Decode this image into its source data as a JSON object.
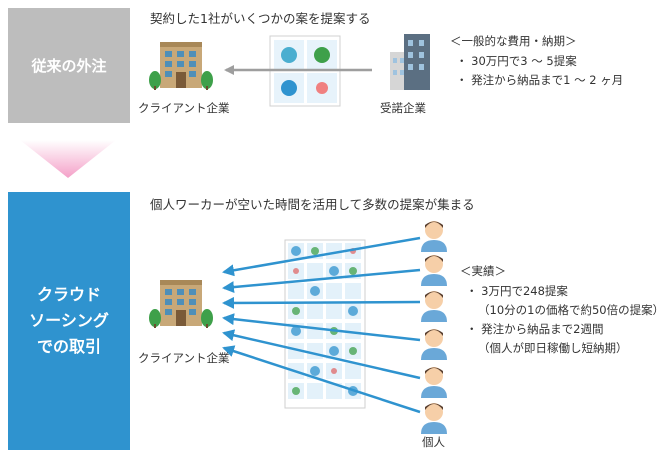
{
  "old_section": {
    "label": "従来の外注",
    "heading": "契約した1社がいくつかの案を提案する",
    "client_caption": "クライアント企業",
    "contractor_caption": "受諾企業",
    "note_title": "＜一般的な費用・納期＞",
    "note_lines": [
      "・ 30万円で3 ～ 5提案",
      "・ 発注から納品まで1 ～ 2 ヶ月"
    ]
  },
  "new_section": {
    "label": "クラウド\nソーシング\nでの取引",
    "heading": "個人ワーカーが空いた時間を活用して多数の提案が集まる",
    "client_caption": "クライアント企業",
    "individual_caption": "個人",
    "note_title": "＜実績＞",
    "note_lines": [
      "・ 3万円で248提案",
      "（10分の1の価格で約50倍の提案）",
      "・ 発注から納品まで2週間",
      "（個人が即日稼働し短納期）"
    ]
  },
  "colors": {
    "old_label_bg": "#bdbdbd",
    "new_label_bg": "#2f93cf",
    "transition_arrow": "#f4a0c8",
    "flow_arrow_old": "#9e9e9e",
    "flow_arrow_new": "#2f93cf"
  },
  "icons": [
    "office-building-icon",
    "tall-office-building-icon",
    "design-proposals-icon",
    "person-icon"
  ]
}
